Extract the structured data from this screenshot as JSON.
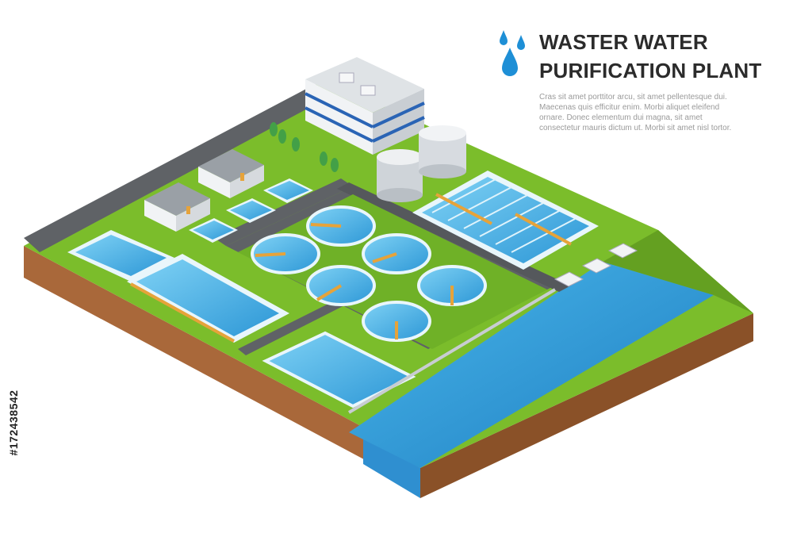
{
  "title": {
    "line1": "WASTER WATER",
    "line2": "PURIFICATION PLANT"
  },
  "body_text": "Cras sit amet porttitor arcu, sit amet pellentesque dui. Maecenas quis efficitur enim. Morbi aliquet eleifend ornare. Donec elementum dui magna, sit amet consectetur mauris dictum ut. Morbi sit amet nisl tortor.",
  "stock_id": "#172438542",
  "icons": [
    "water-drops-icon"
  ],
  "colors": {
    "grass": "#7bbd2b",
    "grass_dark": "#64a021",
    "soil": "#a9683a",
    "soil_dark": "#8a5128",
    "road": "#5f6266",
    "water": "#3aa9e0",
    "water_light": "#6cc8f0",
    "river": "#2f8fd0",
    "building": "#e9ecef",
    "drop": "#1e8fd6",
    "title": "#2b2b2b",
    "body": "#9a9a9a"
  }
}
